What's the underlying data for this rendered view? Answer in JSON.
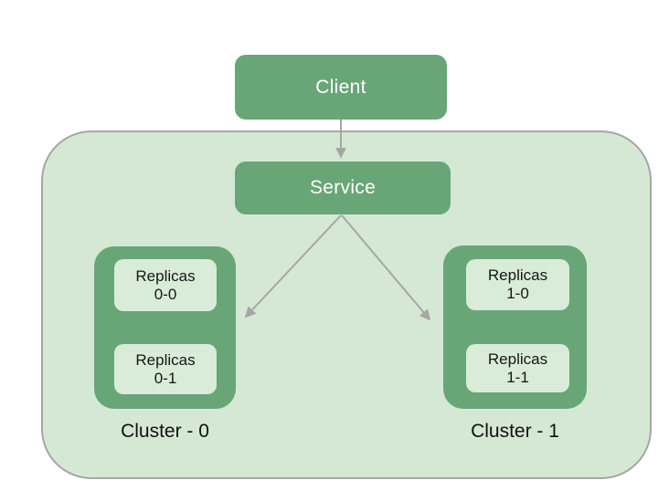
{
  "diagram": {
    "nodes": {
      "client": {
        "label": "Client"
      },
      "service": {
        "label": "Service"
      }
    },
    "clusters": [
      {
        "label": "Cluster - 0",
        "replicas": [
          {
            "line1": "Replicas",
            "line2": "0-0"
          },
          {
            "line1": "Replicas",
            "line2": "0-1"
          }
        ]
      },
      {
        "label": "Cluster - 1",
        "replicas": [
          {
            "line1": "Replicas",
            "line2": "1-0"
          },
          {
            "line1": "Replicas",
            "line2": "1-1"
          }
        ]
      }
    ],
    "arrows": [
      {
        "from": "client",
        "to": "service"
      },
      {
        "from": "service",
        "to": "cluster-0"
      },
      {
        "from": "service",
        "to": "cluster-1"
      }
    ],
    "colors": {
      "node_green": "#68a678",
      "container_light_green": "#d5e8d4",
      "replica_light_green": "#d9ecd8",
      "container_border_gray": "#a6a6a6",
      "arrow_gray": "#a6a6a6",
      "node_text": "#ffffff",
      "label_text": "#111111"
    }
  }
}
